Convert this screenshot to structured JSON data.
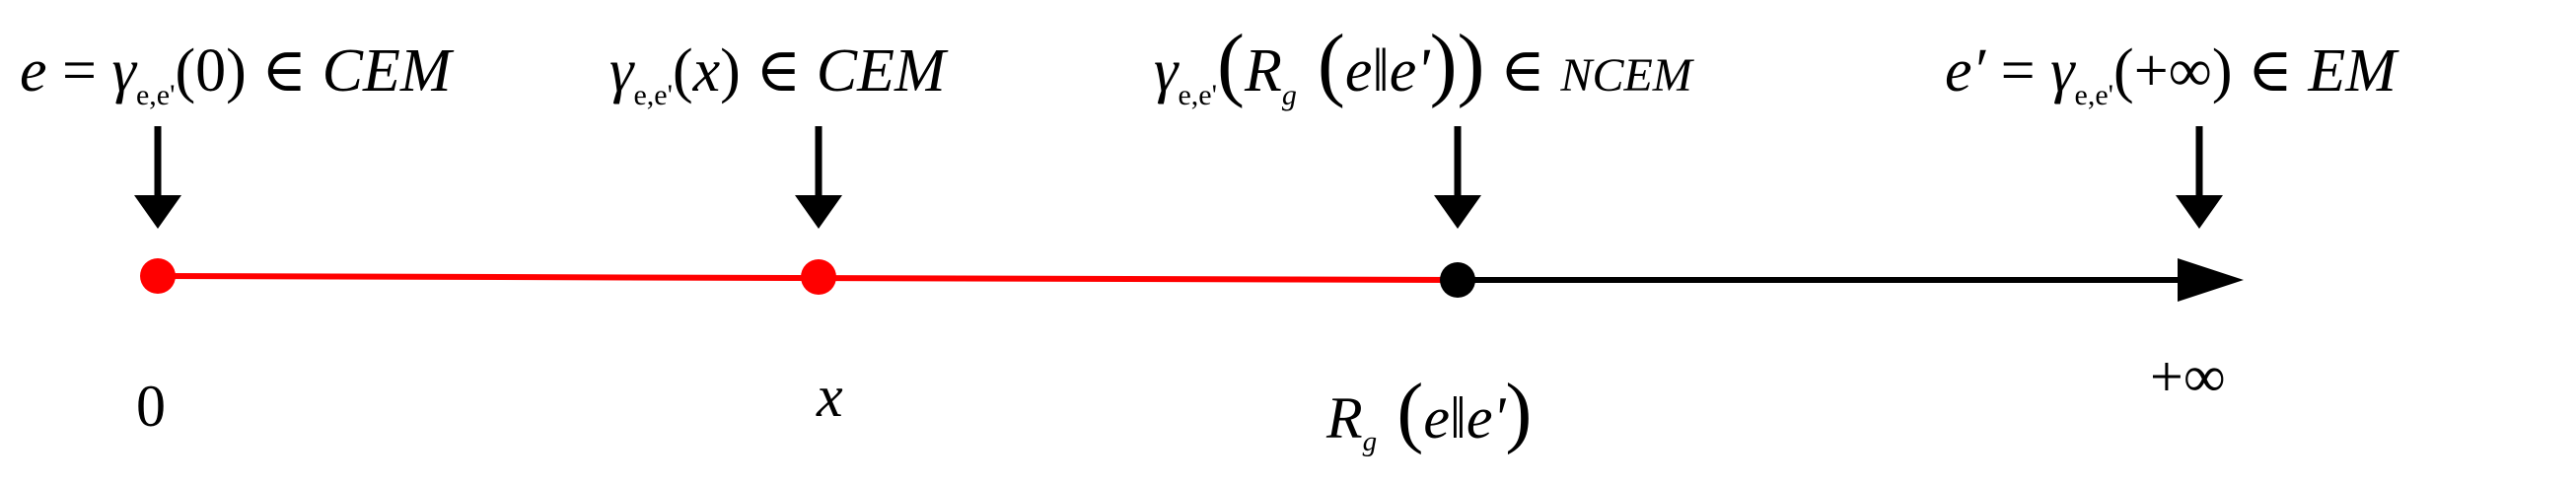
{
  "diagram": {
    "annotations": [
      {
        "id": "origin",
        "parts": [
          {
            "t": "e",
            "i": true
          },
          {
            "t": " = "
          },
          {
            "t": "γ",
            "i": true
          },
          {
            "t": "e,e'",
            "sub": true
          },
          {
            "t": "(0) ∈ "
          },
          {
            "t": "CEM",
            "i": true
          }
        ]
      },
      {
        "id": "x",
        "parts": [
          {
            "t": "γ",
            "i": true
          },
          {
            "t": "e,e'",
            "sub": true
          },
          {
            "t": "("
          },
          {
            "t": "x",
            "i": true
          },
          {
            "t": ") ∈ "
          },
          {
            "t": "CEM",
            "i": true
          }
        ]
      },
      {
        "id": "rg",
        "parts": [
          {
            "t": "γ",
            "i": true
          },
          {
            "t": "e,e'",
            "sub": true
          },
          {
            "t": "(",
            "big": true
          },
          {
            "t": "R",
            "i": true
          },
          {
            "t": "g",
            "sub": true,
            "i": true
          },
          {
            "t": " (",
            "big": true
          },
          {
            "t": "e",
            "i": true
          },
          {
            "t": "‖",
            "i": false
          },
          {
            "t": "e'",
            "i": true
          },
          {
            "t": "))",
            "big": true
          },
          {
            "t": " ∈ "
          },
          {
            "t": "NCEM",
            "i": true,
            "small": true
          }
        ]
      },
      {
        "id": "inf",
        "parts": [
          {
            "t": "e′",
            "i": true
          },
          {
            "t": " = "
          },
          {
            "t": "γ",
            "i": true
          },
          {
            "t": "e,e'",
            "sub": true
          },
          {
            "t": "(+∞) ∈ "
          },
          {
            "t": "EM",
            "i": true
          }
        ]
      }
    ],
    "axis_labels": [
      {
        "id": "zero",
        "parts": [
          {
            "t": "0"
          }
        ]
      },
      {
        "id": "x",
        "parts": [
          {
            "t": "x",
            "i": true
          }
        ]
      },
      {
        "id": "rg",
        "parts": [
          {
            "t": "R",
            "i": true
          },
          {
            "t": "g",
            "sub": true,
            "i": true
          },
          {
            "t": " (",
            "big": true
          },
          {
            "t": "e",
            "i": true
          },
          {
            "t": "‖"
          },
          {
            "t": "e'",
            "i": true
          },
          {
            "t": ")",
            "big": true
          }
        ]
      },
      {
        "id": "plus-inf",
        "parts": [
          {
            "t": "+∞"
          }
        ]
      }
    ],
    "points": [
      {
        "id": "zero",
        "color": "#ff0000"
      },
      {
        "id": "x",
        "color": "#ff0000"
      },
      {
        "id": "rg",
        "color": "#000000"
      }
    ],
    "segments": [
      {
        "id": "red-segment",
        "color": "#ff0000"
      },
      {
        "id": "black-arrow",
        "color": "#000000"
      }
    ]
  }
}
